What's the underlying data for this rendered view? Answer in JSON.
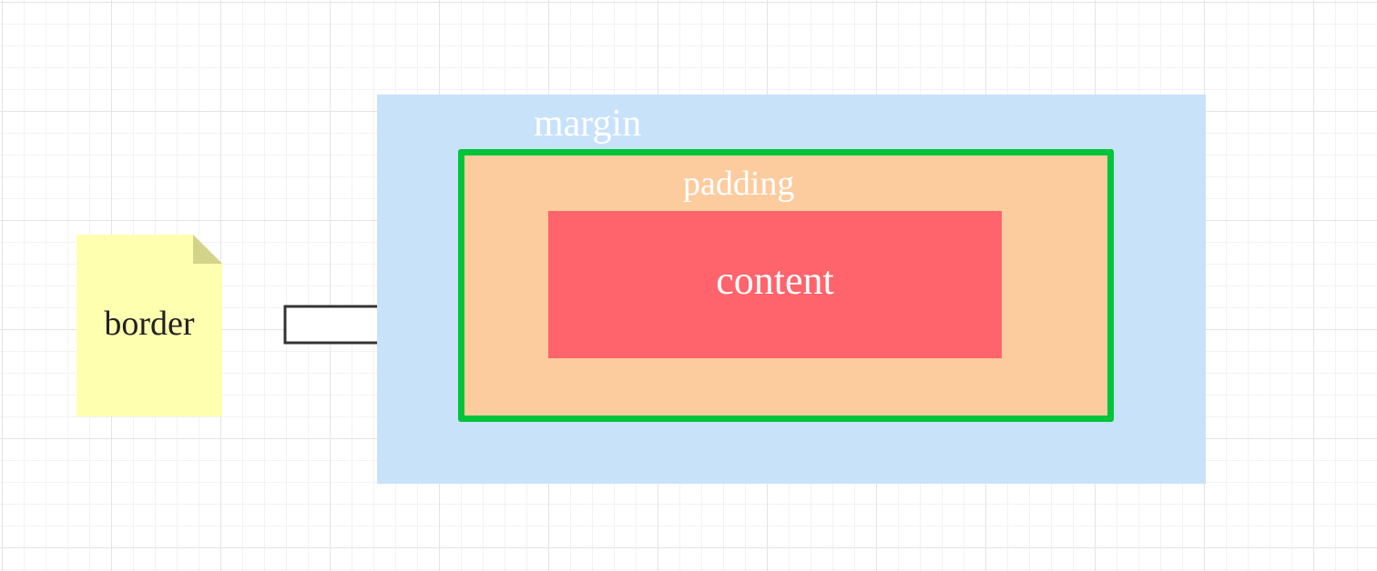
{
  "diagram": {
    "margin_label": "margin",
    "padding_label": "padding",
    "content_label": "content",
    "note_label": "border"
  },
  "colors": {
    "margin_fill": "#c8e2fa",
    "border_stroke": "#00c43a",
    "padding_fill": "#fdcc9e",
    "content_fill": "#ff646c",
    "note_fill": "#ffffb0",
    "note_fold": "#d3d38a",
    "label_text": "#ffffff",
    "arrow_fill": "#ffffff",
    "arrow_stroke": "#333333"
  },
  "icons": {
    "note": "note-shape-icon",
    "arrow": "right-arrow-icon"
  }
}
